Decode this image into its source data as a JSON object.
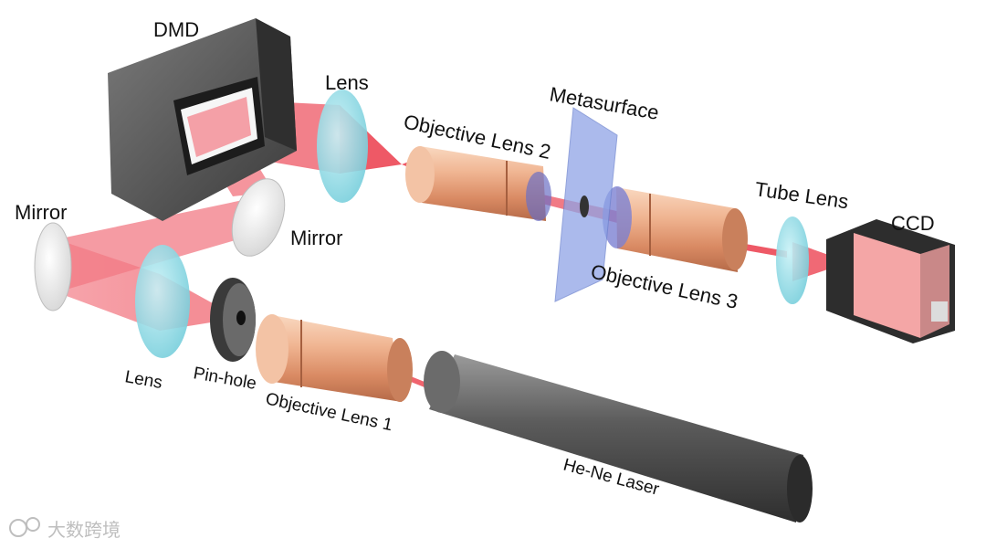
{
  "labels": {
    "dmd": "DMD",
    "lens_top": "Lens",
    "objective_lens_2": "Objective Lens 2",
    "metasurface": "Metasurface",
    "tube_lens": "Tube Lens",
    "ccd": "CCD",
    "mirror_left": "Mirror",
    "mirror_right": "Mirror",
    "objective_lens_3": "Objective Lens 3",
    "lens_bottom": "Lens",
    "pin_hole": "Pin-hole",
    "objective_lens_1": "Objective Lens 1",
    "laser": "He-Ne Laser"
  },
  "watermark": {
    "text": "大数跨境",
    "icon": "logo-icon"
  },
  "colors": {
    "beam": "#f0646e",
    "lens_glass": "#7fd4e0",
    "objective_copper": "#e9a27f",
    "housing_dark": "#4a4a4a",
    "metasurface_plate": "#8fa4e6",
    "ccd_body": "#f4a6a6"
  }
}
